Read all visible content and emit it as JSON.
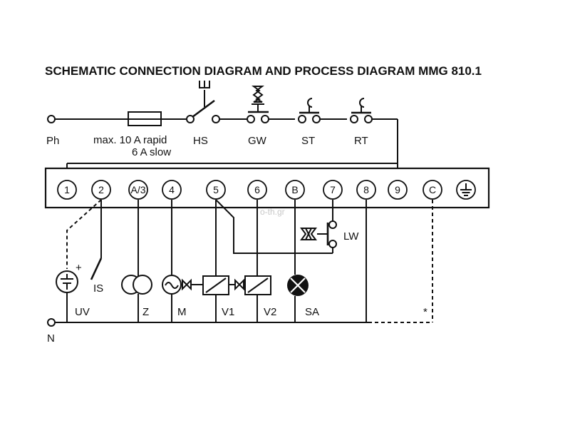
{
  "title": "SCHEMATIC CONNECTION DIAGRAM AND PROCESS DIAGRAM MMG 810.1",
  "top_labels": {
    "ph": "Ph",
    "fuse_line1": "max. 10 A rapid",
    "fuse_line2": "6 A slow",
    "hs": "HS",
    "gw": "GW",
    "st": "ST",
    "rt": "RT"
  },
  "terminals": [
    "1",
    "2",
    "A/3",
    "4",
    "5",
    "6",
    "B",
    "7",
    "8",
    "9",
    "C"
  ],
  "device_labels": {
    "lw": "LW",
    "is": "IS",
    "uv": "UV",
    "z": "Z",
    "m": "M",
    "v1": "V1",
    "v2": "V2",
    "sa": "SA",
    "n": "N",
    "plus": "+",
    "star": "*"
  },
  "watermark": "o-th.gr"
}
